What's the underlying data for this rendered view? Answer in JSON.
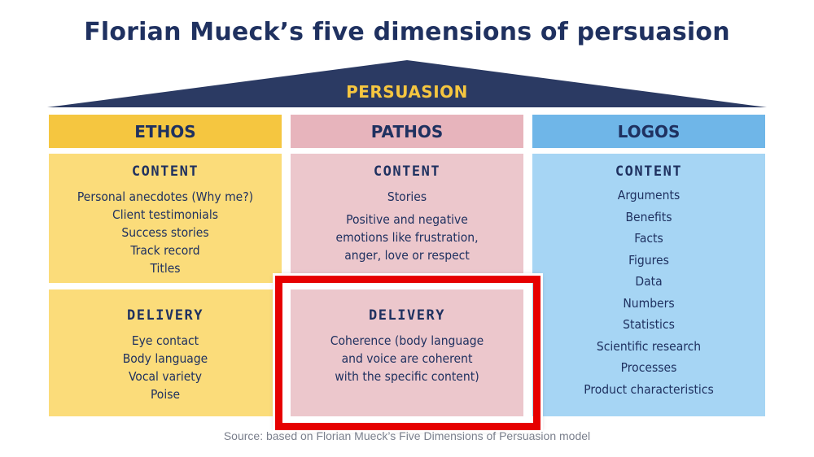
{
  "title": "Florian Mueck’s five dimensions of persuasion",
  "roof_label": "PERSUASION",
  "columns": {
    "ethos": {
      "heading": "ETHOS",
      "content_title": "CONTENT",
      "content_items": [
        "Personal anecdotes (Why me?)",
        "Client testimonials",
        "Success stories",
        "Track record",
        "Titles"
      ],
      "delivery_title": "DELIVERY",
      "delivery_items": [
        "Eye contact",
        "Body language",
        "Vocal variety",
        "Poise"
      ]
    },
    "pathos": {
      "heading": "PATHOS",
      "content_title": "CONTENT",
      "content_items": [
        "Stories",
        "Positive and negative",
        "emotions like frustration,",
        "anger, love or respect"
      ],
      "delivery_title": "DELIVERY",
      "delivery_items": [
        "Coherence (body language",
        "and voice are coherent",
        "with the specific content)"
      ]
    },
    "logos": {
      "heading": "LOGOS",
      "content_title": "CONTENT",
      "content_items": [
        "Arguments",
        "Benefits",
        "Facts",
        "Figures",
        "Data",
        "Numbers",
        "Statistics",
        "Scientific research",
        "Processes",
        "Product characteristics"
      ]
    }
  },
  "source": "Source: based on Florian Mueck’s Five Dimensions of Persuasion model",
  "colors": {
    "navy": "#1f3160",
    "gold": "#f5c640",
    "highlight_red": "#e60000"
  }
}
